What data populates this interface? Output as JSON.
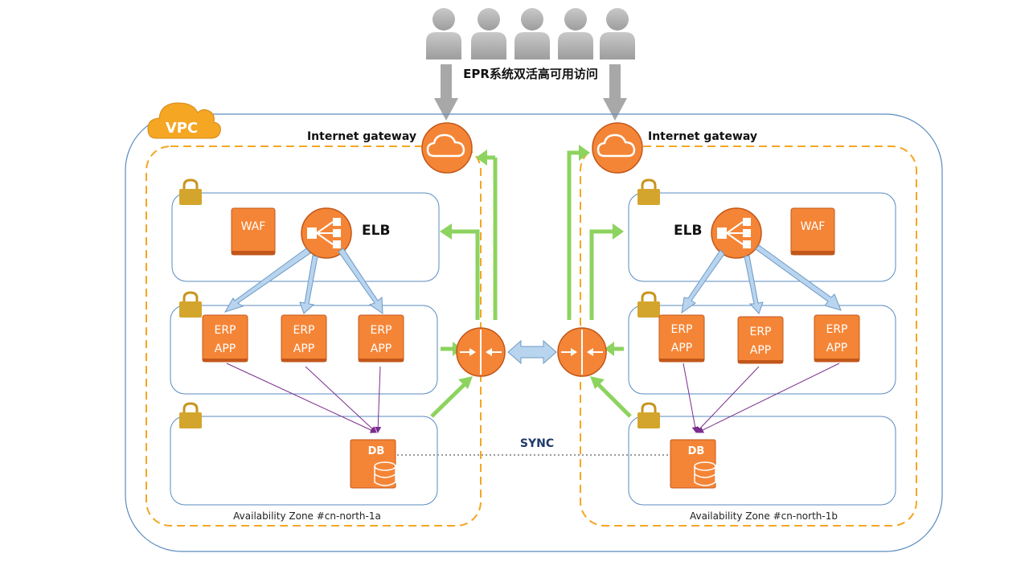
{
  "banner": {
    "title": "EPR系统双活高可用访问"
  },
  "vpc": {
    "label": "VPC"
  },
  "sync": {
    "label": "SYNC"
  },
  "zones": [
    {
      "id": "a",
      "az_label": "Availability Zone #cn-north-1a",
      "igw_label": "Internet gateway",
      "waf_label": "WAF",
      "elb_label": "ELB",
      "apps": [
        {
          "line1": "ERP",
          "line2": "APP"
        },
        {
          "line1": "ERP",
          "line2": "APP"
        },
        {
          "line1": "ERP",
          "line2": "APP"
        }
      ],
      "db_label": "DB"
    },
    {
      "id": "b",
      "az_label": "Availability Zone #cn-north-1b",
      "igw_label": "Internet gateway",
      "waf_label": "WAF",
      "elb_label": "ELB",
      "apps": [
        {
          "line1": "ERP",
          "line2": "APP"
        },
        {
          "line1": "ERP",
          "line2": "APP"
        },
        {
          "line1": "ERP",
          "line2": "APP"
        }
      ],
      "db_label": "DB"
    }
  ],
  "colors": {
    "aws_orange": "#f58536",
    "aws_orange_dark": "#c2571a",
    "az_dash": "#f5a623",
    "subnet_border": "#5a8bbf",
    "green_arrow": "#8dd35f",
    "blue_arrow": "#b8d4ee",
    "purple_line": "#7b2d8e",
    "lock_gold": "#d4a52c",
    "user_gray": "#b5b5b5"
  },
  "users": {
    "count": 5
  }
}
